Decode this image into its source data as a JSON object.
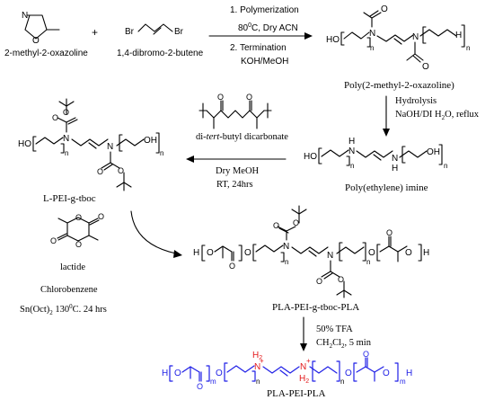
{
  "reactants": {
    "oxazoline_label": "2-methyl-2-oxazoline",
    "oxazoline_atoms": {
      "n": "N",
      "o": "O"
    },
    "plus": "+",
    "dibromobutene_label": "1,4-dibromo-2-butene",
    "dibromobutene_atoms": {
      "br": "Br"
    }
  },
  "step1": {
    "line1": "1. Polymerization",
    "line2a": "80",
    "line2_sup": "0",
    "line2b": "C, Dry ACN",
    "line3": "2. Termination",
    "line4": "KOH/MeOH"
  },
  "poly_oxazoline": {
    "label": "Poly(2-methyl-2-oxazoline)",
    "atoms": {
      "ho": "HO",
      "n": "N",
      "o": "O",
      "h": "H",
      "sub_n": "n"
    }
  },
  "step2": {
    "line1": "Hydrolysis",
    "line2a": "NaOH/DI H",
    "line2_sub": "2",
    "line2b": "O, reflux"
  },
  "pei": {
    "label": "Poly(ethylene) imine",
    "atoms": {
      "ho": "HO",
      "nh": "H",
      "n": "N",
      "oh": "OH",
      "sub_n": "n"
    }
  },
  "step3": {
    "reagent_label_a": "di-",
    "reagent_label_italic": "tert",
    "reagent_label_b": "-butyl dicarbonate",
    "line2": "Dry MeOH",
    "line3": "RT, 24hrs",
    "atoms": {
      "o": "O"
    }
  },
  "lpei_tboc": {
    "label": "L-PEI-g-tboc",
    "atoms": {
      "ho": "HO",
      "oh": "OH",
      "n": "N",
      "o": "O",
      "sub_n": "n"
    }
  },
  "lactide": {
    "label": "lactide",
    "solvent": "Chlorobenzene",
    "cat_a": "Sn(Oct)",
    "cat_sub": "2",
    "cat_b": " 130",
    "cat_sup": "0",
    "cat_c": "C. 24 hrs",
    "atoms": {
      "o": "O"
    }
  },
  "pla_tboc": {
    "label": "PLA-PEI-g-tboc-PLA",
    "atoms": {
      "h": "H",
      "o": "O",
      "n": "N",
      "sub_n": "n"
    }
  },
  "step4": {
    "line1": "50% TFA",
    "line2a": "CH",
    "line2_sub1": "2",
    "line2b": "Cl",
    "line2_sub2": "2",
    "line2c": ", 5 min"
  },
  "pla_pei_pla": {
    "label": "PLA-PEI-PLA",
    "atoms": {
      "h": "H",
      "o": "O",
      "n": "N",
      "plus": "+",
      "h2": "H",
      "two": "2",
      "sub_n": "n",
      "sub_m": "m"
    }
  },
  "colors": {
    "pla": "#1f1fe6",
    "ammonium": "#e31a1c",
    "ink": "#000000"
  }
}
